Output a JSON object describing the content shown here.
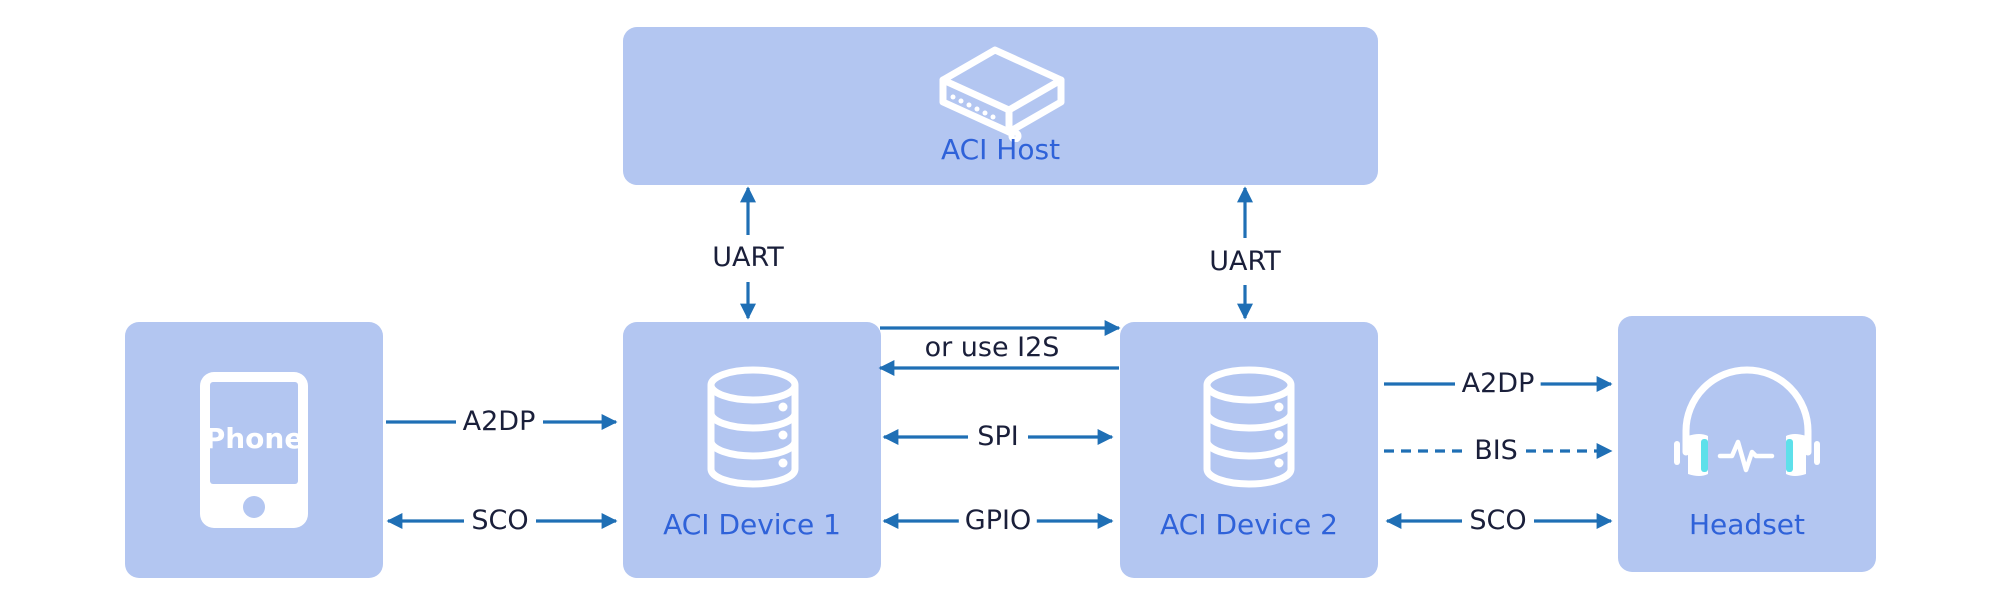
{
  "nodes": {
    "host": {
      "label": "ACI Host",
      "icon": "router-icon"
    },
    "phone": {
      "label": "Phone",
      "icon": "smartphone-icon"
    },
    "device1": {
      "label": "ACI Device 1",
      "icon": "database-icon"
    },
    "device2": {
      "label": "ACI Device 2",
      "icon": "database-icon"
    },
    "headset": {
      "label": "Headset",
      "icon": "headphones-icon"
    }
  },
  "edges": {
    "host_dev1": "UART",
    "host_dev2": "UART",
    "dev1_dev2_i2s": "or use I2S",
    "dev1_dev2_spi": "SPI",
    "dev1_dev2_gpio": "GPIO",
    "phone_dev1_a2dp": "A2DP",
    "phone_dev1_sco": "SCO",
    "dev2_headset_a2dp": "A2DP",
    "dev2_headset_bis": "BIS",
    "dev2_headset_sco": "SCO"
  },
  "colors": {
    "box_fill": "#b3c6f1",
    "node_label": "#2f62d9",
    "arrow": "#1f6fb5",
    "edge_label": "#1a1f3a",
    "icon": "#ffffff",
    "headset_accent": "#5ee0ea"
  }
}
